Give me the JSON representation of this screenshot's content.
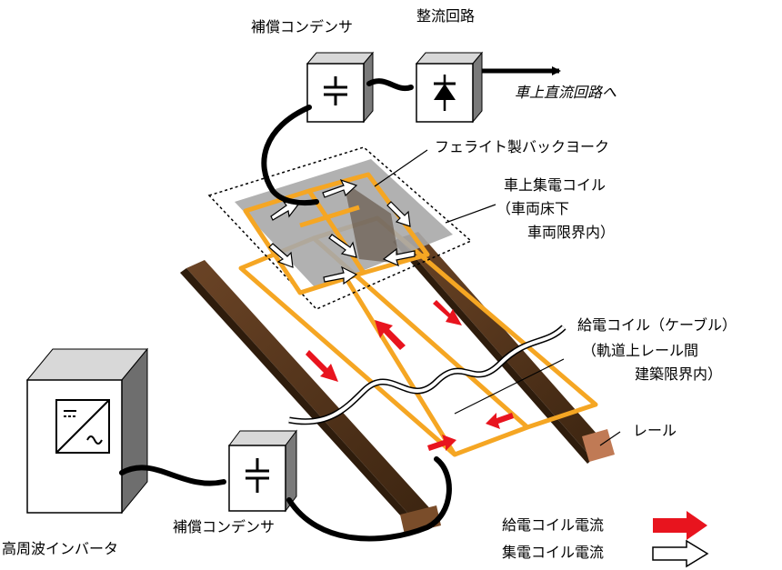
{
  "labels": {
    "comp_cap_top": "補償コンデンサ",
    "rectifier": "整流回路",
    "to_dc": "車上直流回路へ",
    "ferrite": "フェライト製バックヨーク",
    "pickup_1": "車上集電コイル",
    "pickup_2": "（車両床下",
    "pickup_3": "車両限界内）",
    "feed_1": "給電コイル（ケーブル）",
    "feed_2": "（軌道上レール間",
    "feed_3": "建築限界内）",
    "rail": "レール",
    "comp_cap_bottom": "補償コンデンサ",
    "inverter": "高周波インバータ",
    "legend_feed": "給電コイル電流",
    "legend_pickup": "集電コイル電流"
  },
  "icons": {
    "capacitor": "capacitor-icon",
    "diode": "diode-icon",
    "inverter": "inverter-icon"
  },
  "colors": {
    "coil": "#f5a623",
    "rail": "#5a3a1e",
    "rail_dark": "#3b2410",
    "feed_arrow": "#e8141e",
    "ferrite": "#a9a9a9",
    "box_side": "#7a7a7a"
  }
}
